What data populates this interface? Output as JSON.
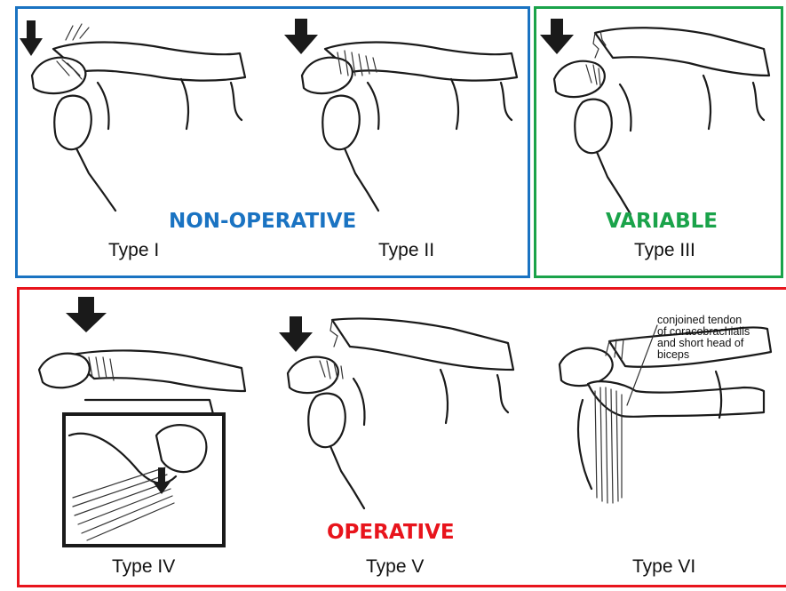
{
  "categories": {
    "non_operative": {
      "label": "NON-OPERATIVE",
      "color": "#1a73c2"
    },
    "variable": {
      "label": "VARIABLE",
      "color": "#1aa34a"
    },
    "operative": {
      "label": "OPERATIVE",
      "color": "#e8141c"
    }
  },
  "types": {
    "type1": "Type I",
    "type2": "Type II",
    "type3": "Type III",
    "type4": "Type IV",
    "type5": "Type V",
    "type6": "Type VI"
  },
  "annotation": {
    "line1": "conjoined tendon",
    "line2": "of coracobrachialis",
    "line3": "and short head of",
    "line4": "biceps"
  }
}
